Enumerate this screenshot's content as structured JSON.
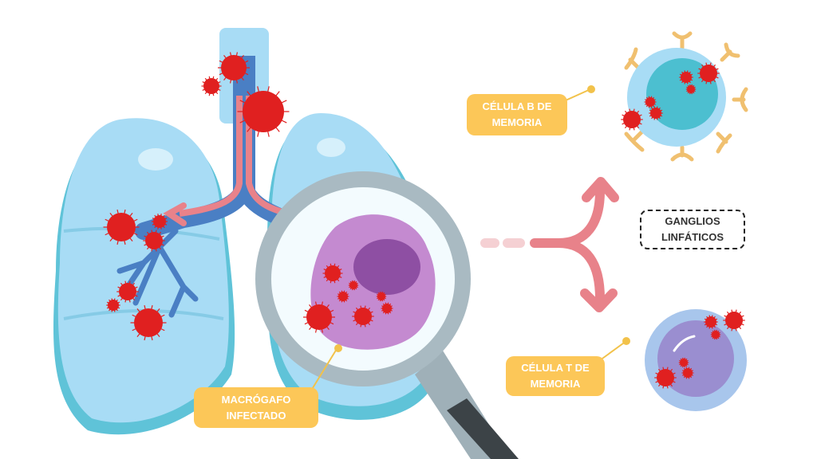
{
  "labels": {
    "b_cell": [
      "CÉLULA B DE",
      "MEMORIA"
    ],
    "lymph_nodes": [
      "GANGLIOS",
      "LINFÁTICOS"
    ],
    "t_cell": [
      "CÉLULA T DE",
      "MEMORIA"
    ],
    "macrophage": [
      "MACRÓGAFO",
      "INFECTADO"
    ]
  },
  "colors": {
    "label_bg": "#fcc758",
    "lung": "#a8dcf5",
    "lung_dark": "#5fc3d8",
    "arrow": "#e8828a",
    "virus": "#e02020",
    "macrophage": "#c48ad0"
  }
}
